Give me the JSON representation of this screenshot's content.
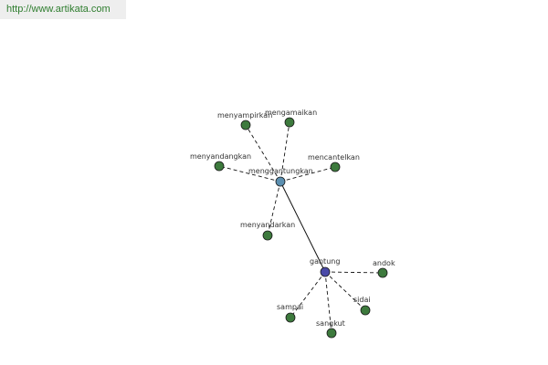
{
  "header": {
    "url_text": "http://www.artikata.com"
  },
  "colors": {
    "leaf": "#3d7a3d",
    "hub_primary": "#5b8fb0",
    "hub_secondary": "#4a4aa8",
    "edge": "#111111"
  },
  "nodes": [
    {
      "id": "menggantungkan",
      "label": "menggantungkan",
      "kind": "hub-primary"
    },
    {
      "id": "gantung",
      "label": "gantung",
      "kind": "hub-secondary"
    },
    {
      "id": "menyampirkan",
      "label": "menyampirkan",
      "kind": "leaf"
    },
    {
      "id": "mengamaikan",
      "label": "mengamaikan",
      "kind": "leaf"
    },
    {
      "id": "menyandangkan",
      "label": "menyandangkan",
      "kind": "leaf"
    },
    {
      "id": "mencantelkan",
      "label": "mencantelkan",
      "kind": "leaf"
    },
    {
      "id": "menyandarkan",
      "label": "menyandarkan",
      "kind": "leaf"
    },
    {
      "id": "andok",
      "label": "andok",
      "kind": "leaf"
    },
    {
      "id": "sidai",
      "label": "sidai",
      "kind": "leaf"
    },
    {
      "id": "sampai",
      "label": "sampai",
      "kind": "leaf"
    },
    {
      "id": "sangkut",
      "label": "sangkut",
      "kind": "leaf"
    }
  ],
  "edges": [
    {
      "from": "menggantungkan",
      "to": "gantung",
      "style": "solid"
    },
    {
      "from": "menggantungkan",
      "to": "menyampirkan",
      "style": "dashed"
    },
    {
      "from": "menggantungkan",
      "to": "mengamaikan",
      "style": "dashed"
    },
    {
      "from": "menggantungkan",
      "to": "menyandangkan",
      "style": "dashed"
    },
    {
      "from": "menggantungkan",
      "to": "mencantelkan",
      "style": "dashed"
    },
    {
      "from": "menggantungkan",
      "to": "menyandarkan",
      "style": "dashed"
    },
    {
      "from": "gantung",
      "to": "andok",
      "style": "dashed"
    },
    {
      "from": "gantung",
      "to": "sidai",
      "style": "dashed"
    },
    {
      "from": "gantung",
      "to": "sampai",
      "style": "dashed"
    },
    {
      "from": "gantung",
      "to": "sangkut",
      "style": "dashed"
    }
  ]
}
